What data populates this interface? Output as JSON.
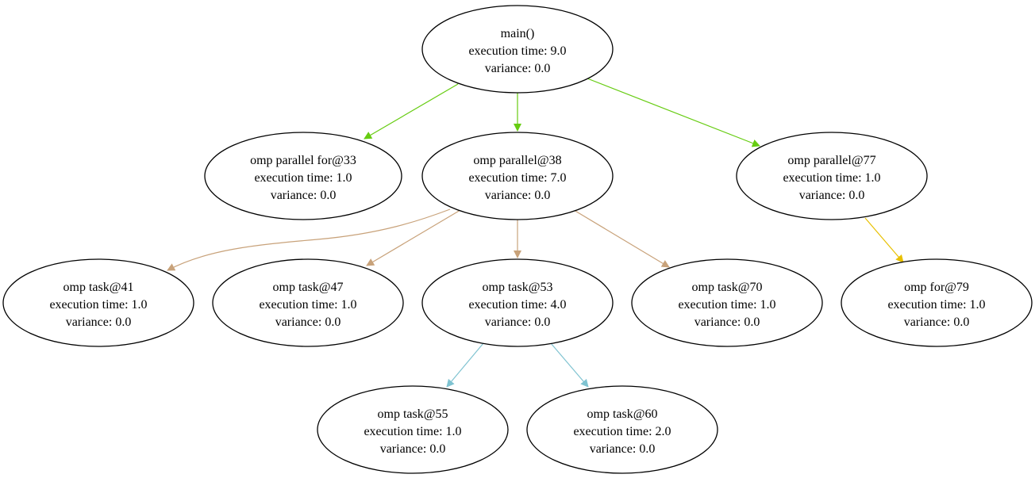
{
  "colors": {
    "green": "#66cc11",
    "tan": "#c8a27a",
    "cyan": "#7fc3d1",
    "gold": "#e8c000"
  },
  "nodes": [
    {
      "id": "main",
      "label": "main()",
      "time": "execution time: 9.0",
      "variance": "variance: 0.0"
    },
    {
      "id": "pf33",
      "label": "omp parallel for@33",
      "time": "execution time: 1.0",
      "variance": "variance: 0.0"
    },
    {
      "id": "p38",
      "label": "omp parallel@38",
      "time": "execution time: 7.0",
      "variance": "variance: 0.0"
    },
    {
      "id": "p77",
      "label": "omp parallel@77",
      "time": "execution time: 1.0",
      "variance": "variance: 0.0"
    },
    {
      "id": "t41",
      "label": "omp task@41",
      "time": "execution time: 1.0",
      "variance": "variance: 0.0"
    },
    {
      "id": "t47",
      "label": "omp task@47",
      "time": "execution time: 1.0",
      "variance": "variance: 0.0"
    },
    {
      "id": "t53",
      "label": "omp task@53",
      "time": "execution time: 4.0",
      "variance": "variance: 0.0"
    },
    {
      "id": "t70",
      "label": "omp task@70",
      "time": "execution time: 1.0",
      "variance": "variance: 0.0"
    },
    {
      "id": "f79",
      "label": "omp for@79",
      "time": "execution time: 1.0",
      "variance": "variance: 0.0"
    },
    {
      "id": "t55",
      "label": "omp task@55",
      "time": "execution time: 1.0",
      "variance": "variance: 0.0"
    },
    {
      "id": "t60",
      "label": "omp task@60",
      "time": "execution time: 2.0",
      "variance": "variance: 0.0"
    }
  ],
  "edges": [
    {
      "from": "main",
      "to": "pf33",
      "color": "green"
    },
    {
      "from": "main",
      "to": "p38",
      "color": "green"
    },
    {
      "from": "main",
      "to": "p77",
      "color": "green"
    },
    {
      "from": "p38",
      "to": "t41",
      "color": "tan"
    },
    {
      "from": "p38",
      "to": "t47",
      "color": "tan"
    },
    {
      "from": "p38",
      "to": "t53",
      "color": "tan"
    },
    {
      "from": "p38",
      "to": "t70",
      "color": "tan"
    },
    {
      "from": "p77",
      "to": "f79",
      "color": "gold"
    },
    {
      "from": "t53",
      "to": "t55",
      "color": "cyan"
    },
    {
      "from": "t53",
      "to": "t60",
      "color": "cyan"
    }
  ]
}
